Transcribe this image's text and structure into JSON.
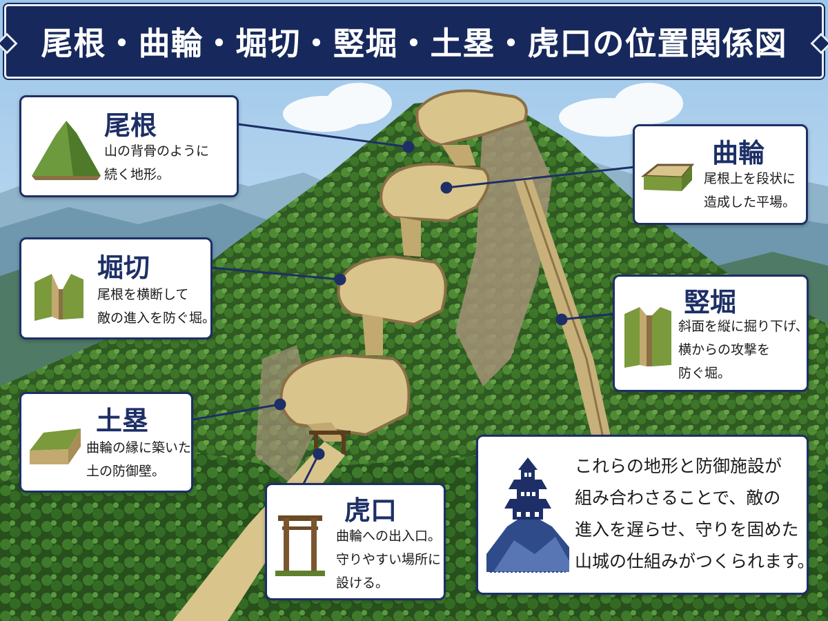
{
  "title": "尾根・曲輪・堀切・竪堀・土塁・虎口の位置関係図",
  "labels": [
    {
      "id": "one",
      "name": "尾根",
      "desc": [
        "山の背骨のように",
        "続く地形。"
      ],
      "icon": "ridge-icon"
    },
    {
      "id": "kuruwa",
      "name": "曲輪",
      "desc": [
        "尾根上を段状に",
        "造成した平場。"
      ],
      "icon": "terrace-icon"
    },
    {
      "id": "horikiri",
      "name": "堀切",
      "desc": [
        "尾根を横断して",
        "敵の進入を防ぐ堀。"
      ],
      "icon": "cross-trench-icon"
    },
    {
      "id": "tatebori",
      "name": "竪堀",
      "desc": [
        "斜面を縦に掘り下げ、",
        "横からの攻撃を",
        "防ぐ堀。"
      ],
      "icon": "vertical-trench-icon"
    },
    {
      "id": "dorui",
      "name": "土塁",
      "desc": [
        "曲輪の縁に築いた",
        "土の防御壁。"
      ],
      "icon": "earthwork-icon"
    },
    {
      "id": "koguchi",
      "name": "虎口",
      "desc": [
        "曲輪への出入口。",
        "守りやすい場所に",
        "設ける。"
      ],
      "icon": "gate-icon"
    }
  ],
  "summary": {
    "lines": [
      "これらの地形と防御施設が",
      "組み合わさることで、敵の",
      "進入を遅らせ、守りを固めた",
      "山城の仕組みがつくられます。"
    ],
    "icon": "castle-mountain-icon"
  },
  "colors": {
    "navy": "#17295c",
    "forest": "#3f6b2a",
    "soil": "#d9c48c",
    "sky": "#cfe3f3"
  }
}
